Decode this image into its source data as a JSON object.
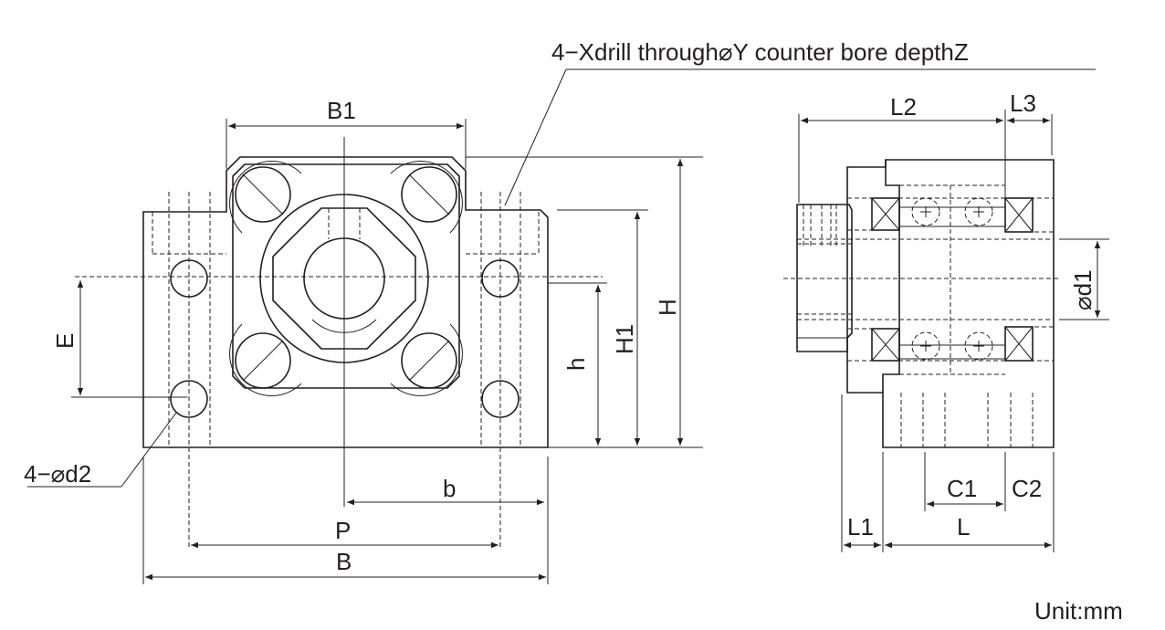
{
  "title": "4−Xdrill through⌀Y counter bore depthZ",
  "unit": "Unit:mm",
  "front_view": {
    "labels": {
      "B1": "B1",
      "H": "H",
      "H1": "H1",
      "h": "h",
      "E": "E",
      "d2": "4−⌀d2",
      "b": "b",
      "P": "P",
      "B": "B"
    }
  },
  "side_view": {
    "labels": {
      "L2": "L2",
      "L3": "L3",
      "d1": "⌀d1",
      "C1": "C1",
      "C2": "C2",
      "L1": "L1",
      "L": "L"
    }
  }
}
